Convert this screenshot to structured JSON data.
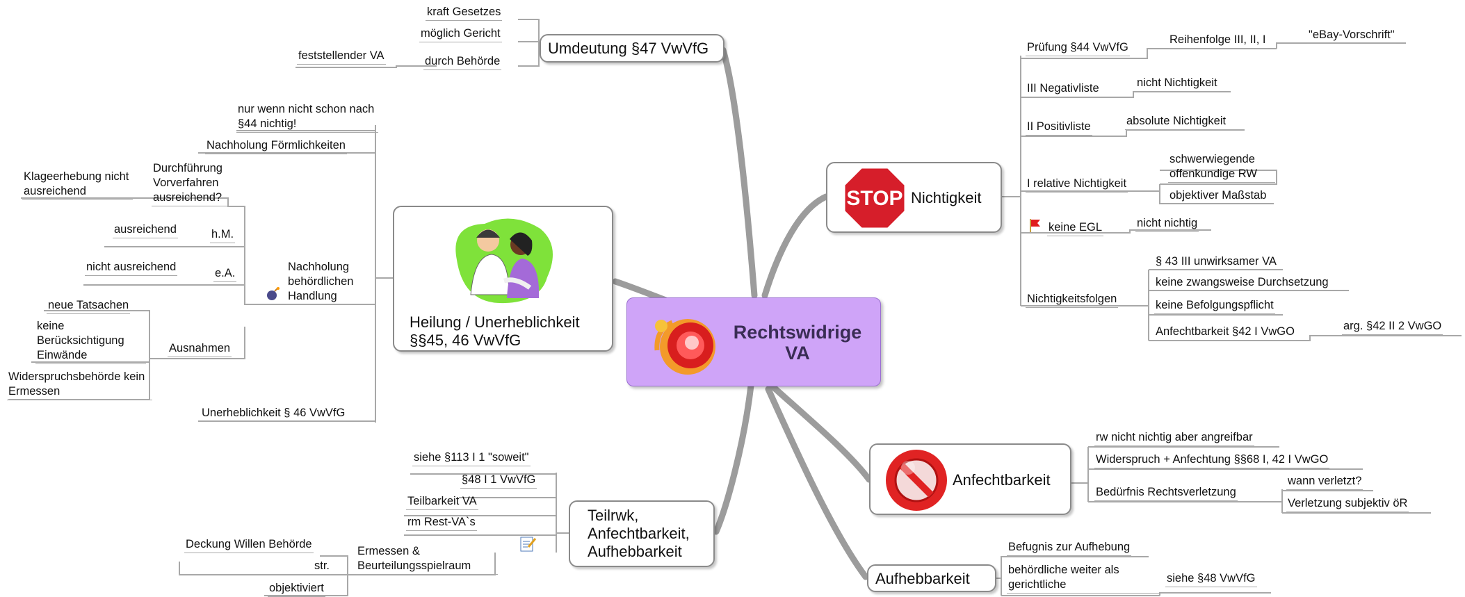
{
  "central": {
    "line1": "Rechtswidrige",
    "line2": "VA",
    "icon": "alarm-bell-icon"
  },
  "umdeutung": {
    "title": "Umdeutung §47 VwVfG",
    "items": [
      "kraft Gesetzes",
      "möglich Gericht",
      "durch Behörde"
    ],
    "sub": "feststellender VA"
  },
  "heilung": {
    "title_line1": "Heilung / Unerheblichkeit",
    "title_line2": "§§45, 46 VwVfG",
    "image": "doctor-patient-clipart",
    "note": "nur wenn nicht schon nach §44 nichtig!",
    "nachholung_form": "Nachholung Förmlichkeiten",
    "nachholung_handlung": "Nachholung behördlichen Handlung",
    "vorverfahren": "Durchführung Vorverfahren ausreichend?",
    "klage": "Klageerhebung nicht ausreichend",
    "hm": "h.M.",
    "ausreichend": "ausreichend",
    "ea": "e.A.",
    "nicht_ausreichend": "nicht ausreichend",
    "ausnahmen": "Ausnahmen",
    "neue": "neue Tatsachen",
    "keine_ber": "keine Berücksichtigung Einwände",
    "widerspruch": "Widerspruchsbehörde kein Ermessen",
    "unerheblichkeit": "Unerheblichkeit § 46 VwVfG",
    "handlung_icon": "bomb-icon"
  },
  "teilrwk": {
    "title_line1": "Teilrwk,",
    "title_line2": "Anfechtbarkeit,",
    "title_line3": "Aufhebbarkeit",
    "items": [
      "siehe §113 I 1 \"soweit\"",
      "§48 I 1 VwVfG",
      "Teilbarkeit VA",
      "rm Rest-VA`s"
    ],
    "ermessen": "Ermessen & Beurteilungsspielraum",
    "deckung": "Deckung Willen Behörde",
    "str": "str.",
    "objektiviert": "objektiviert",
    "icon": "notepad-icon"
  },
  "nichtigkeit": {
    "title": "Nichtigkeit",
    "icon": "stop-sign-icon",
    "stop_text": "STOP",
    "pruefung": "Prüfung §44 VwVfG",
    "reihenfolge": "Reihenfolge III, II, I",
    "ebay": "\"eBay-Vorschrift\"",
    "negativ": "III Negativliste",
    "nicht_nichtigkeit": "nicht Nichtigkeit",
    "positiv": "II Positivliste",
    "absolute": "absolute Nichtigkeit",
    "relative": "I relative Nichtigkeit",
    "schwer": "schwerwiegende offenkundige RW",
    "objektiver": "objektiver Maßstab",
    "keine_egl": "keine EGL",
    "nicht_nichtig": "nicht nichtig",
    "flag_icon": "red-flag-icon",
    "folgen": "Nichtigkeitsfolgen",
    "folgen_items": [
      "§ 43 III unwirksamer VA",
      "keine zwangsweise Durchsetzung",
      "keine Befolgungspflicht",
      "Anfechtbarkeit §42 I VwGO"
    ],
    "arg": "arg. §42 II 2 VwGO"
  },
  "anfechtbarkeit": {
    "title": "Anfechtbarkeit",
    "icon": "no-entry-icon",
    "items": [
      "rw nicht nichtig aber angreifbar",
      "Widerspruch + Anfechtung §§68 I, 42 I VwGO",
      "Bedürfnis Rechtsverletzung"
    ],
    "wann": "wann verletzt?",
    "verletzung": "Verletzung subjektiv öR"
  },
  "aufhebbarkeit": {
    "title": "Aufhebbarkeit",
    "befugnis": "Befugnis zur Aufhebung",
    "behoerdlich": "behördliche weiter als gerichtliche",
    "siehe48": "siehe §48 VwVfG"
  }
}
